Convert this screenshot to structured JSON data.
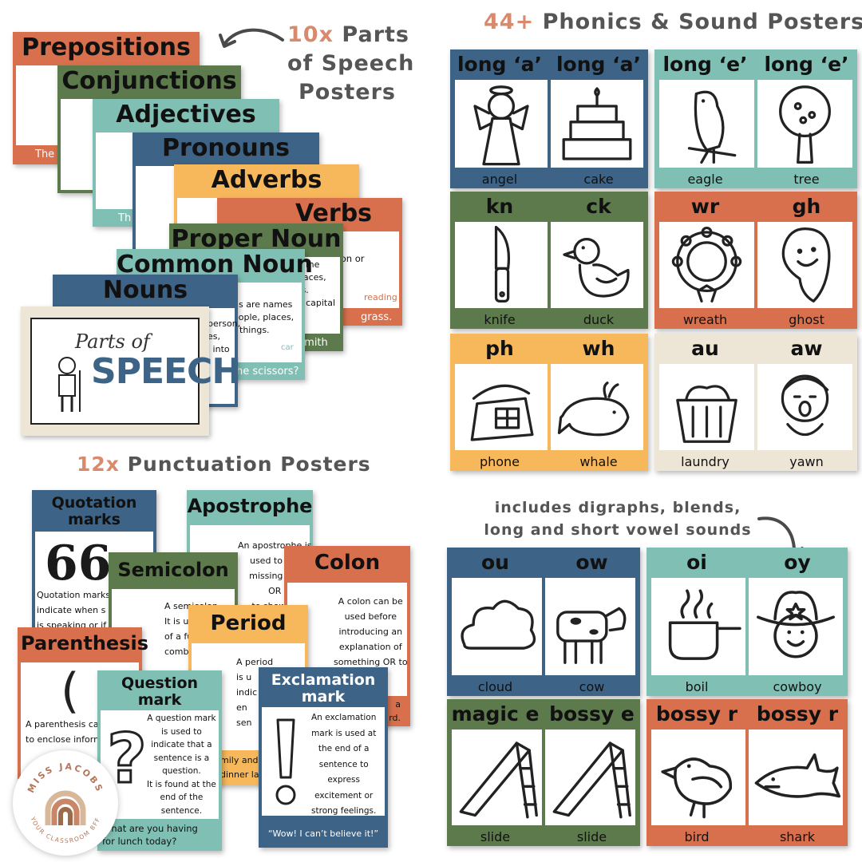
{
  "headers": {
    "pos": {
      "count": "10x",
      "line1": "Parts",
      "line2": "of Speech",
      "line3": "Posters"
    },
    "phonics": {
      "count": "44+",
      "rest": "Phonics & Sound Posters"
    },
    "punct": {
      "count": "12x",
      "rest": "Punctuation Posters"
    },
    "includes": {
      "line1": "includes digraphs, blends,",
      "line2": "long and short vowel sounds"
    }
  },
  "pos_cards": [
    {
      "title": "Prepositions",
      "snip": "The"
    },
    {
      "title": "Conjunctions"
    },
    {
      "title": "Adjectives",
      "snip": "Th"
    },
    {
      "title": "Pronouns"
    },
    {
      "title": "Adverbs"
    },
    {
      "title": "Verbs",
      "desc": "ation or\nrd.",
      "example": "grass.",
      "reading": "reading"
    },
    {
      "title": "Proper Noun",
      "desc": "uns name\nple, places,\nr ideas.\nwith a capital\nter.",
      "example": "s Smith"
    },
    {
      "title": "Common Noun",
      "desc": "ns are names\neople, places,\nr things.",
      "car": "car",
      "example": "he scissors?"
    },
    {
      "title": "Nouns",
      "desc": "person,\nes,\nl into"
    },
    {
      "parts": "Parts of",
      "speech": "SPEECH"
    }
  ],
  "phonics_cards": [
    {
      "s1": "long ‘a’",
      "s2": "long ‘a’",
      "w1": "angel",
      "w2": "cake",
      "i1": "angel-icon",
      "i2": "cake-icon"
    },
    {
      "s1": "long ‘e’",
      "s2": "long ‘e’",
      "w1": "eagle",
      "w2": "tree",
      "i1": "eagle-icon",
      "i2": "tree-icon"
    },
    {
      "s1": "kn",
      "s2": "ck",
      "w1": "knife",
      "w2": "duck",
      "i1": "knife-icon",
      "i2": "duck-icon"
    },
    {
      "s1": "wr",
      "s2": "gh",
      "w1": "wreath",
      "w2": "ghost",
      "i1": "wreath-icon",
      "i2": "ghost-icon"
    },
    {
      "s1": "ph",
      "s2": "wh",
      "w1": "phone",
      "w2": "whale",
      "i1": "phone-icon",
      "i2": "whale-icon"
    },
    {
      "s1": "au",
      "s2": "aw",
      "w1": "laundry",
      "w2": "yawn",
      "i1": "laundry-basket-icon",
      "i2": "yawning-child-icon"
    },
    {
      "s1": "ou",
      "s2": "ow",
      "w1": "cloud",
      "w2": "cow",
      "i1": "cloud-icon",
      "i2": "cow-icon"
    },
    {
      "s1": "oi",
      "s2": "oy",
      "w1": "boil",
      "w2": "cowboy",
      "i1": "boiling-pot-icon",
      "i2": "cowboy-icon"
    },
    {
      "s1": "magic e",
      "s2": "bossy e",
      "w1": "slide",
      "w2": "slide",
      "i1": "slide-icon",
      "i2": "slide-icon"
    },
    {
      "s1": "bossy r",
      "s2": "bossy r",
      "w1": "bird",
      "w2": "shark",
      "i1": "bird-icon",
      "i2": "shark-icon"
    }
  ],
  "punct_cards": {
    "quotation": {
      "title": "Quotation marks",
      "glyph": "66",
      "text": "Quotation marks a\nindicate when s\nis speaking or if so"
    },
    "apostrophe": {
      "title": "Apostrophe",
      "text": "An apostrophe is\nused to rep\nmissing lett\nOR\nto show th"
    },
    "semicolon": {
      "title": "Semicolon",
      "text": "A semicolon\nIt is use\nof a fu\ncombine"
    },
    "colon": {
      "title": "Colon",
      "text": "A colon can be\nused before\nintroducing an\nexplanation of\nsomething OR to\nlist.",
      "example": "a\nrd."
    },
    "parenthesis": {
      "title": "Parenthesis",
      "text": "A parenthesis can\nto enclose informa"
    },
    "period": {
      "title": "Period",
      "text": "A period\nis u\nindic\nen\nsen",
      "example": "mily and I\ndinner las"
    },
    "question": {
      "title": "Question mark",
      "text": "A question mark\nis used to\nindicate that a\nsentence is a\nquestion.\nIt is found at the\nend of the\nsentence.",
      "example": "What are you having\nfor lunch today?"
    },
    "exclamation": {
      "title": "Exclamation mark",
      "text": "An exclamation\nmark is used at\nthe end of a\nsentence to\nexpress\nexcitement or\nstrong feelings.",
      "example": "“Wow! I can’t believe it!”"
    }
  },
  "logo": {
    "top": "MISS JACOBS",
    "bottom": "YOUR CLASSROOM BFF"
  },
  "colors": {
    "blue": "#3d6386",
    "green": "#5c7a4b",
    "teal": "#7fbfb4",
    "orange": "#d9704d",
    "yellow": "#f6b85a",
    "cream": "#ede6d6",
    "accent": "#d98a6c"
  }
}
